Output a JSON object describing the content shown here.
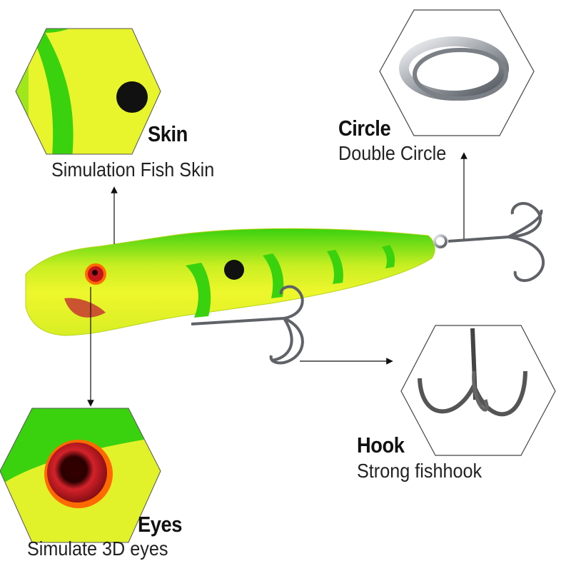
{
  "features": {
    "skin": {
      "title": "Skin",
      "subtitle": "Simulation Fish Skin"
    },
    "circle": {
      "title": "Circle",
      "subtitle": "Double Circle"
    },
    "hook": {
      "title": "Hook",
      "subtitle": "Strong fishhook"
    },
    "eyes": {
      "title": "Eyes",
      "subtitle": "Simulate 3D eyes"
    }
  },
  "colors": {
    "lure_yellow": "#e8f52a",
    "lure_green": "#3ad10e",
    "eye_red": "#b3121c",
    "metal": "#9aa0a6",
    "arrow": "#111111"
  }
}
